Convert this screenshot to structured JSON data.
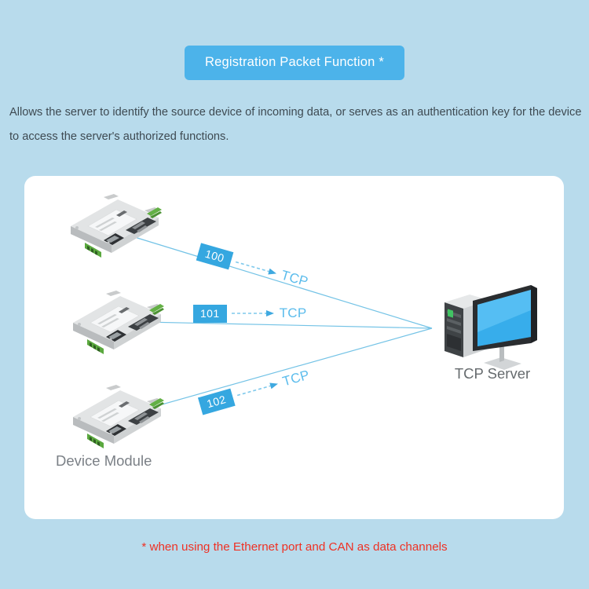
{
  "header": {
    "title": "Registration Packet Function *"
  },
  "description": {
    "text": "Allows the server to identify the source device of incoming data, or serves as an authentication key for the device to access the server's authorized functions."
  },
  "diagram": {
    "device_label": "Device Module",
    "server_label": "TCP Server",
    "flows": [
      {
        "id": "100",
        "protocol": "TCP"
      },
      {
        "id": "101",
        "protocol": "TCP"
      },
      {
        "id": "102",
        "protocol": "TCP"
      }
    ]
  },
  "footnote": {
    "text": "* when using the Ethernet port and CAN as data channels"
  },
  "colors": {
    "background": "#b8dbec",
    "badge": "#4cb3ea",
    "flow_badge": "#35a7e0",
    "protocol_text": "#5bbcec",
    "line": "#6fc4e8",
    "footnote": "#ef3124",
    "card": "#ffffff"
  }
}
